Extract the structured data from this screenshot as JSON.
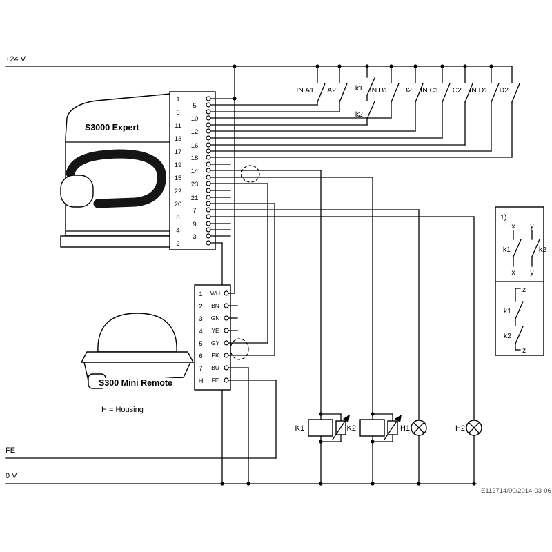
{
  "rails": {
    "v24": "+24 V",
    "fe": "FE",
    "v0": "0 V"
  },
  "devices": {
    "s3000": {
      "label": "S3000 Expert",
      "pins": [
        "1",
        "5",
        "6",
        "10",
        "11",
        "12",
        "13",
        "16",
        "17",
        "18",
        "19",
        "14",
        "15",
        "23",
        "22",
        "21",
        "20",
        "7",
        "8",
        "9",
        "4",
        "3",
        "2"
      ]
    },
    "s300": {
      "label": "S300 Mini Remote",
      "housing_note": "H = Housing",
      "pins": [
        "1",
        "2",
        "3",
        "4",
        "5",
        "6",
        "7",
        "H"
      ],
      "wire_colors": [
        "WH",
        "BN",
        "GN",
        "YE",
        "GY",
        "PK",
        "BU",
        "FE"
      ]
    }
  },
  "contacts": {
    "in_a1": "IN A1",
    "a2": "A2",
    "k1": "k1",
    "k2": "k2",
    "in_b1": "IN B1",
    "b2": "B2",
    "in_c1": "IN C1",
    "c2": "C2",
    "in_d1": "IN D1",
    "d2": "D2"
  },
  "outputs": {
    "k1": "K1",
    "k2": "K2",
    "h1": "H1",
    "h2": "H2"
  },
  "legend": {
    "note": "1)",
    "x": "x",
    "y": "y",
    "k1": "k1",
    "k2": "k2",
    "z": "z"
  },
  "doc_number": "E112714/00/2014-03-06",
  "colors": {
    "line": "#000000",
    "background": "#ffffff"
  }
}
